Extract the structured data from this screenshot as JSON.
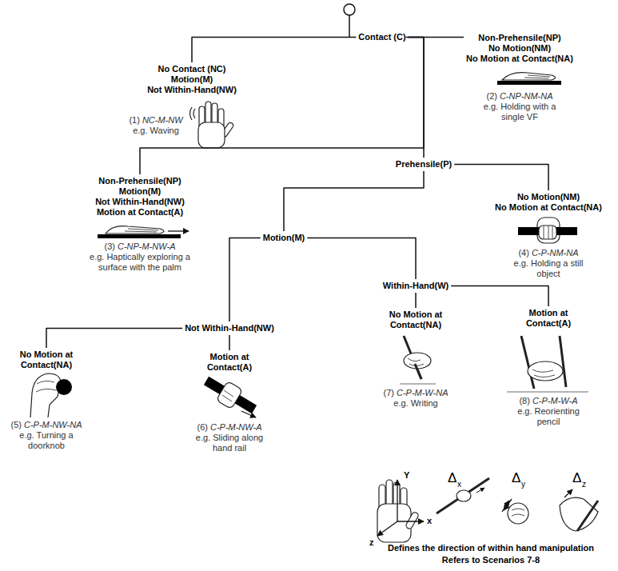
{
  "diagram": {
    "nodes": [
      {
        "text": [
          "Contact (C)"
        ]
      },
      {
        "text": [
          "No Contact (NC)",
          "Motion(M)",
          "Not Within-Hand(NW)",
          "(1)",
          "NC-M-NW",
          "e.g. Waving"
        ]
      },
      {
        "text": [
          "Non-Prehensile(NP)",
          "No Motion(NM)",
          "No Motion at Contact(NA)",
          "(2)",
          "C-NP-NM-NA",
          "e.g. Holding with a single VF"
        ]
      },
      {
        "text": [
          "Prehensile(P)"
        ]
      },
      {
        "text": [
          "Non-Prehensile(NP)",
          "Motion(M)",
          "Not Within-Hand(NW)",
          "Motion at Contact(A)",
          "(3)",
          "C-NP-M-NW-A",
          "e.g. Haptically exploring a surface with the palm"
        ]
      },
      {
        "text": [
          "No Motion(NM)",
          "No Motion at Contact(NA)",
          "(4)",
          "C-P-NM-NA",
          "e.g. Holding a still object"
        ]
      },
      {
        "text": [
          "Motion(M)"
        ]
      },
      {
        "text": [
          "Within-Hand(W)"
        ]
      },
      {
        "text": [
          "Not Within-Hand(NW)"
        ]
      },
      {
        "text": [
          "No Motion at Contact(NA)",
          "(5)",
          "C-P-M-NW-NA",
          "e.g. Turning a doorknob"
        ]
      },
      {
        "text": [
          "Motion at Contact(A)",
          "(6)",
          "C-P-M-NW-A",
          "e.g. Sliding along hand rail"
        ]
      },
      {
        "text": [
          "No Motion at Contact(NA)",
          "(7)",
          "C-P-M-W-NA",
          "e.g. Writing"
        ]
      },
      {
        "text": [
          "Motion at Contact(A)",
          "(8)",
          "C-P-M-W-A",
          "e.g. Reorienting pencil"
        ]
      }
    ],
    "edges": [
      {
        "from": 0,
        "to": 1,
        "arrow": "none"
      },
      {
        "from": 0,
        "to": 2,
        "arrow": "none"
      },
      {
        "from": 0,
        "to": 3,
        "arrow": "none"
      },
      {
        "from": 0,
        "to": 4,
        "arrow": "none"
      },
      {
        "from": 3,
        "to": 6,
        "arrow": "none"
      },
      {
        "from": 3,
        "to": 5,
        "arrow": "none"
      },
      {
        "from": 6,
        "to": 8,
        "arrow": "none"
      },
      {
        "from": 6,
        "to": 7,
        "arrow": "none"
      },
      {
        "from": 7,
        "to": 11,
        "arrow": "none"
      },
      {
        "from": 7,
        "to": 12,
        "arrow": "none"
      },
      {
        "from": 8,
        "to": 9,
        "arrow": "none"
      },
      {
        "from": 8,
        "to": 10,
        "arrow": "none"
      }
    ],
    "labels": [
      "Y",
      "x",
      "z",
      "Δ",
      "x",
      "Δ",
      "y",
      "Δ",
      "z",
      "Defines the direction of within hand manipulation",
      "Refers to Scenarios 7-8"
    ]
  }
}
